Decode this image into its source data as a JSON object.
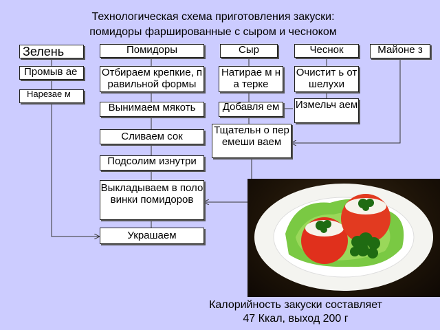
{
  "title": {
    "line1": "Технологическая схема приготовления закуски:",
    "line2": "помидоры фаршированные с сыром и чесноком"
  },
  "columns": {
    "greens": [
      "Зелень",
      "Промыв аем",
      "Нарезае м"
    ],
    "tomatoes": [
      "Помидоры",
      "Отбираем крепкие, правильной формы",
      "Вынимаем мякоть",
      "Сливаем сок",
      "Подсолим изнутри",
      "Выкладываем в половинки помидоров",
      "Украшаем"
    ],
    "cheese": [
      "Сыр",
      "Натирае м на терке",
      "Добавля ем",
      "Тщательн о перемеши ваем"
    ],
    "garlic": [
      "Чеснок",
      "Очистит ь от шелухи",
      "Измельч аем"
    ],
    "mayo": [
      "Майоне з"
    ]
  },
  "footer": {
    "line1": "Калорийность закуски составляет",
    "line2": "47 Ккал, выход 200 г"
  },
  "colors": {
    "background": "#ccccff",
    "box_fill": "#ffffff",
    "line": "#333333"
  }
}
